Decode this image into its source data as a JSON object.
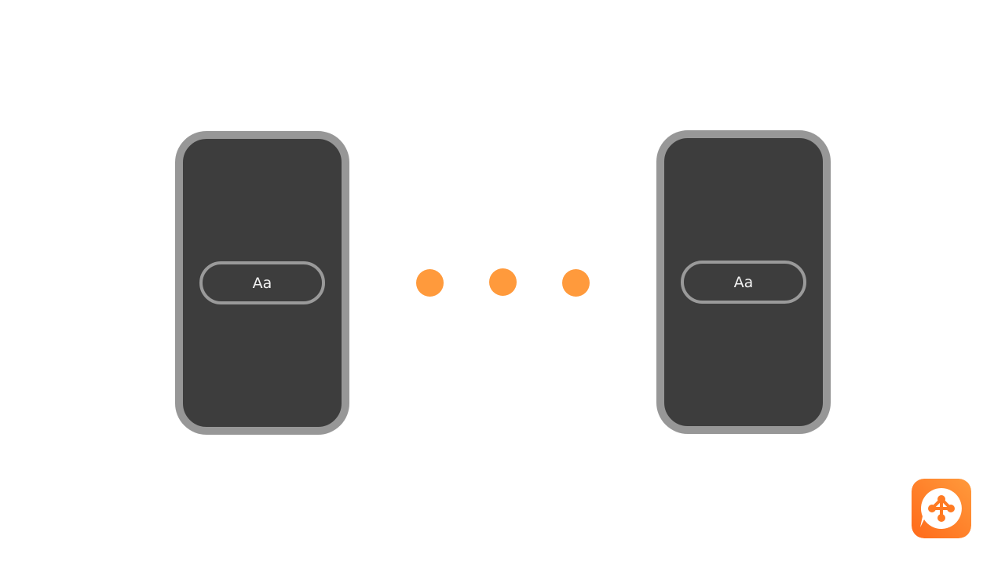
{
  "colors": {
    "background": "#ffffff",
    "phone_screen": "#3d3d3d",
    "phone_frame": "#979797",
    "dot": "#ff9a3c",
    "logo_gradient_start": "#ff6a1a",
    "logo_gradient_end": "#ff9a3c"
  },
  "left_phone": {
    "input_text": "Aa"
  },
  "right_phone": {
    "input_text": "Aa"
  },
  "typing_indicator": {
    "dot_count": 3
  },
  "logo": {
    "icon": "chat-bubble-network-icon"
  }
}
